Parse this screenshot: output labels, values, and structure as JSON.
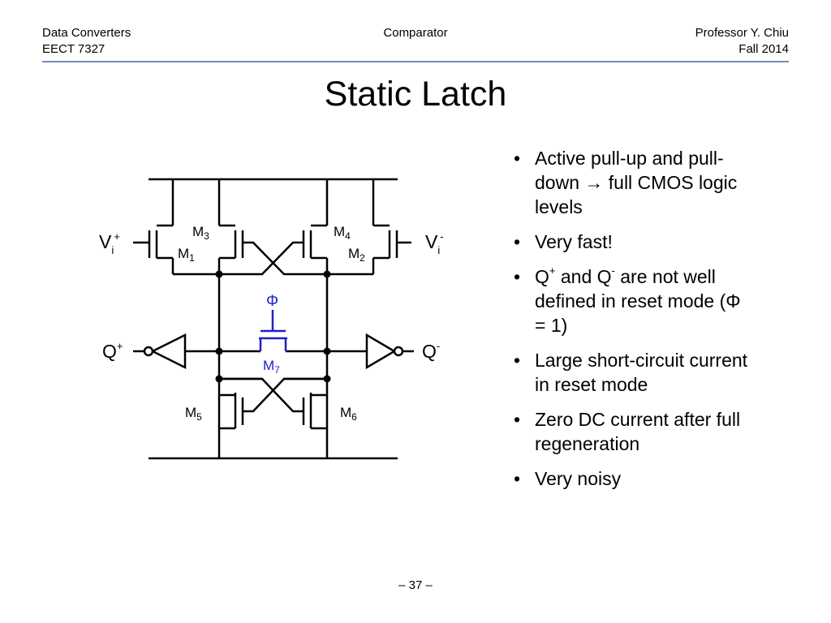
{
  "header": {
    "course": "Data Converters",
    "course_code": "EECT 7327",
    "topic": "Comparator",
    "instructor": "Professor Y. Chiu",
    "term": "Fall 2014"
  },
  "title": "Static Latch",
  "circuit": {
    "labels": {
      "m1": "1",
      "m2": "2",
      "m3": "3",
      "m4": "4",
      "m5": "5",
      "m6": "6",
      "m7": "7",
      "m_prefix": "M",
      "vi_plus_sup": "+",
      "vi_minus_sup": "-",
      "vi_base": "V",
      "vi_sub": "i",
      "q_plus_sup": "+",
      "q_minus_sup": "-",
      "q_base": "Q",
      "phi": "Φ"
    },
    "colors": {
      "wire": "#000000",
      "reset_switch": "#1f1fcc"
    }
  },
  "bullets": [
    {
      "text": "Active pull-up and pull-down → full CMOS logic levels"
    },
    {
      "text": "Very fast!"
    },
    {
      "pre": "Q",
      "sup1": "+",
      "mid": " and Q",
      "sup2": "-",
      "post": " are not well defined in reset mode (Φ = 1)"
    },
    {
      "text": "Large short-circuit current in reset mode"
    },
    {
      "text": "Zero DC current after full regeneration"
    },
    {
      "text": "Very noisy"
    }
  ],
  "page_number": "– 37 –"
}
